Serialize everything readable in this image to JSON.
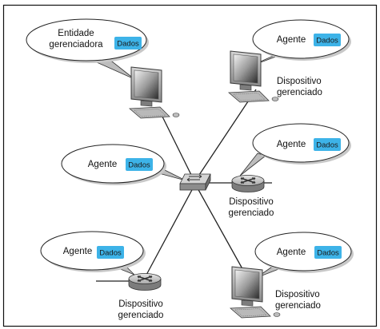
{
  "manager": {
    "line1": "Entidade",
    "line2": "gerenciadora",
    "data_badge": "Dados"
  },
  "agents": [
    {
      "label": "Agente",
      "data_badge": "Dados"
    },
    {
      "label": "Agente",
      "data_badge": "Dados"
    },
    {
      "label": "Agente",
      "data_badge": "Dados"
    },
    {
      "label": "Agente",
      "data_badge": "Dados"
    },
    {
      "label": "Agente",
      "data_badge": "Dados"
    }
  ],
  "devices": [
    {
      "line1": "Dispositivo",
      "line2": "gerenciado"
    },
    {
      "line1": "Dispositivo",
      "line2": "gerenciado"
    },
    {
      "line1": "Dispositivo",
      "line2": "gerenciado"
    },
    {
      "line1": "Dispositivo",
      "line2": "gerenciado"
    }
  ],
  "colors": {
    "badge_fill": "#3db3e8",
    "link_line": "#222222",
    "bubble_fill": "#ffffff",
    "bubble_shadow": "#bdbdbd"
  },
  "icons": {
    "computer": "desktop-computer-icon",
    "router": "router-icon",
    "switch": "switch-icon"
  }
}
